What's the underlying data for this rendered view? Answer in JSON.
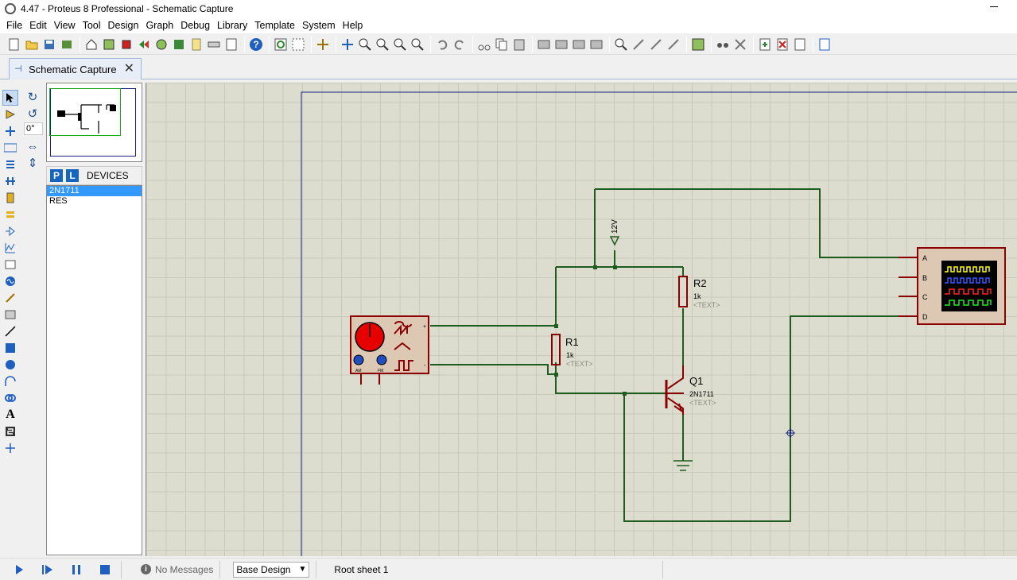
{
  "window": {
    "title": "4.47 - Proteus 8 Professional - Schematic Capture"
  },
  "menu": [
    "File",
    "Edit",
    "View",
    "Tool",
    "Design",
    "Graph",
    "Debug",
    "Library",
    "Template",
    "System",
    "Help"
  ],
  "tab": {
    "label": "Schematic Capture"
  },
  "rotation": {
    "angle": "0°"
  },
  "devices": {
    "header": "DEVICES",
    "p_label": "P",
    "l_label": "L",
    "items": [
      "2N1711",
      "RES"
    ],
    "selected": "2N1711"
  },
  "schematic": {
    "r1": {
      "name": "R1",
      "value": "1k",
      "text": "<TEXT>"
    },
    "r2": {
      "name": "R2",
      "value": "1k",
      "text": "<TEXT>"
    },
    "q1": {
      "name": "Q1",
      "value": "2N1711",
      "text": "<TEXT>"
    },
    "supply": {
      "label": "12V"
    },
    "generator": {
      "am": "AM",
      "fm": "FM",
      "plus": "+",
      "minus": "-"
    },
    "scope": {
      "channels": [
        "A",
        "B",
        "C",
        "D"
      ]
    }
  },
  "status": {
    "messages": "No Messages",
    "design": "Base Design",
    "sheet": "Root sheet 1"
  },
  "colors": {
    "wire": "#1f5c1f",
    "component": "#8b0000",
    "grid_bg": "#ddddcf",
    "sheet_border": "#1a237e"
  }
}
